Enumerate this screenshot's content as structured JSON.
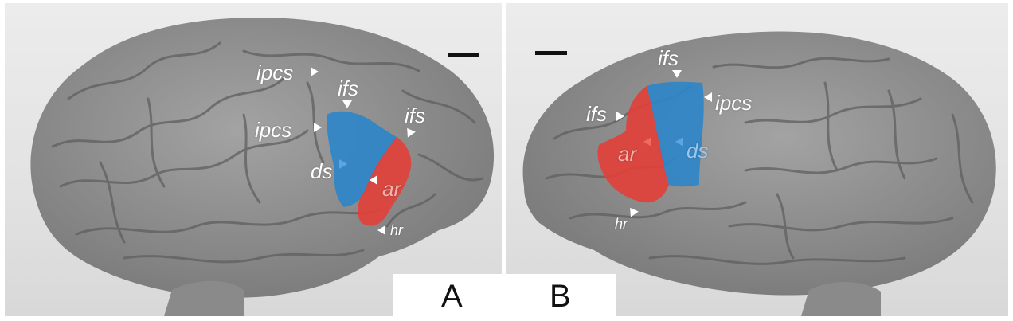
{
  "panel_a": {
    "letter": "A",
    "labels": {
      "ipcs_top": "ipcs",
      "ifs_top": "ifs",
      "ipcs_mid": "ipcs",
      "ifs_right": "ifs",
      "ds": "ds",
      "ar": "ar",
      "hr": "hr"
    }
  },
  "panel_b": {
    "letter": "B",
    "labels": {
      "ifs_top": "ifs",
      "ifs_left": "ifs",
      "ipcs": "ipcs",
      "ar": "ar",
      "ds": "ds",
      "hr": "hr"
    }
  },
  "colors": {
    "red_region": "#e0413a",
    "blue_region": "#2f86c8",
    "brain_gray": "#8f8f8f"
  }
}
